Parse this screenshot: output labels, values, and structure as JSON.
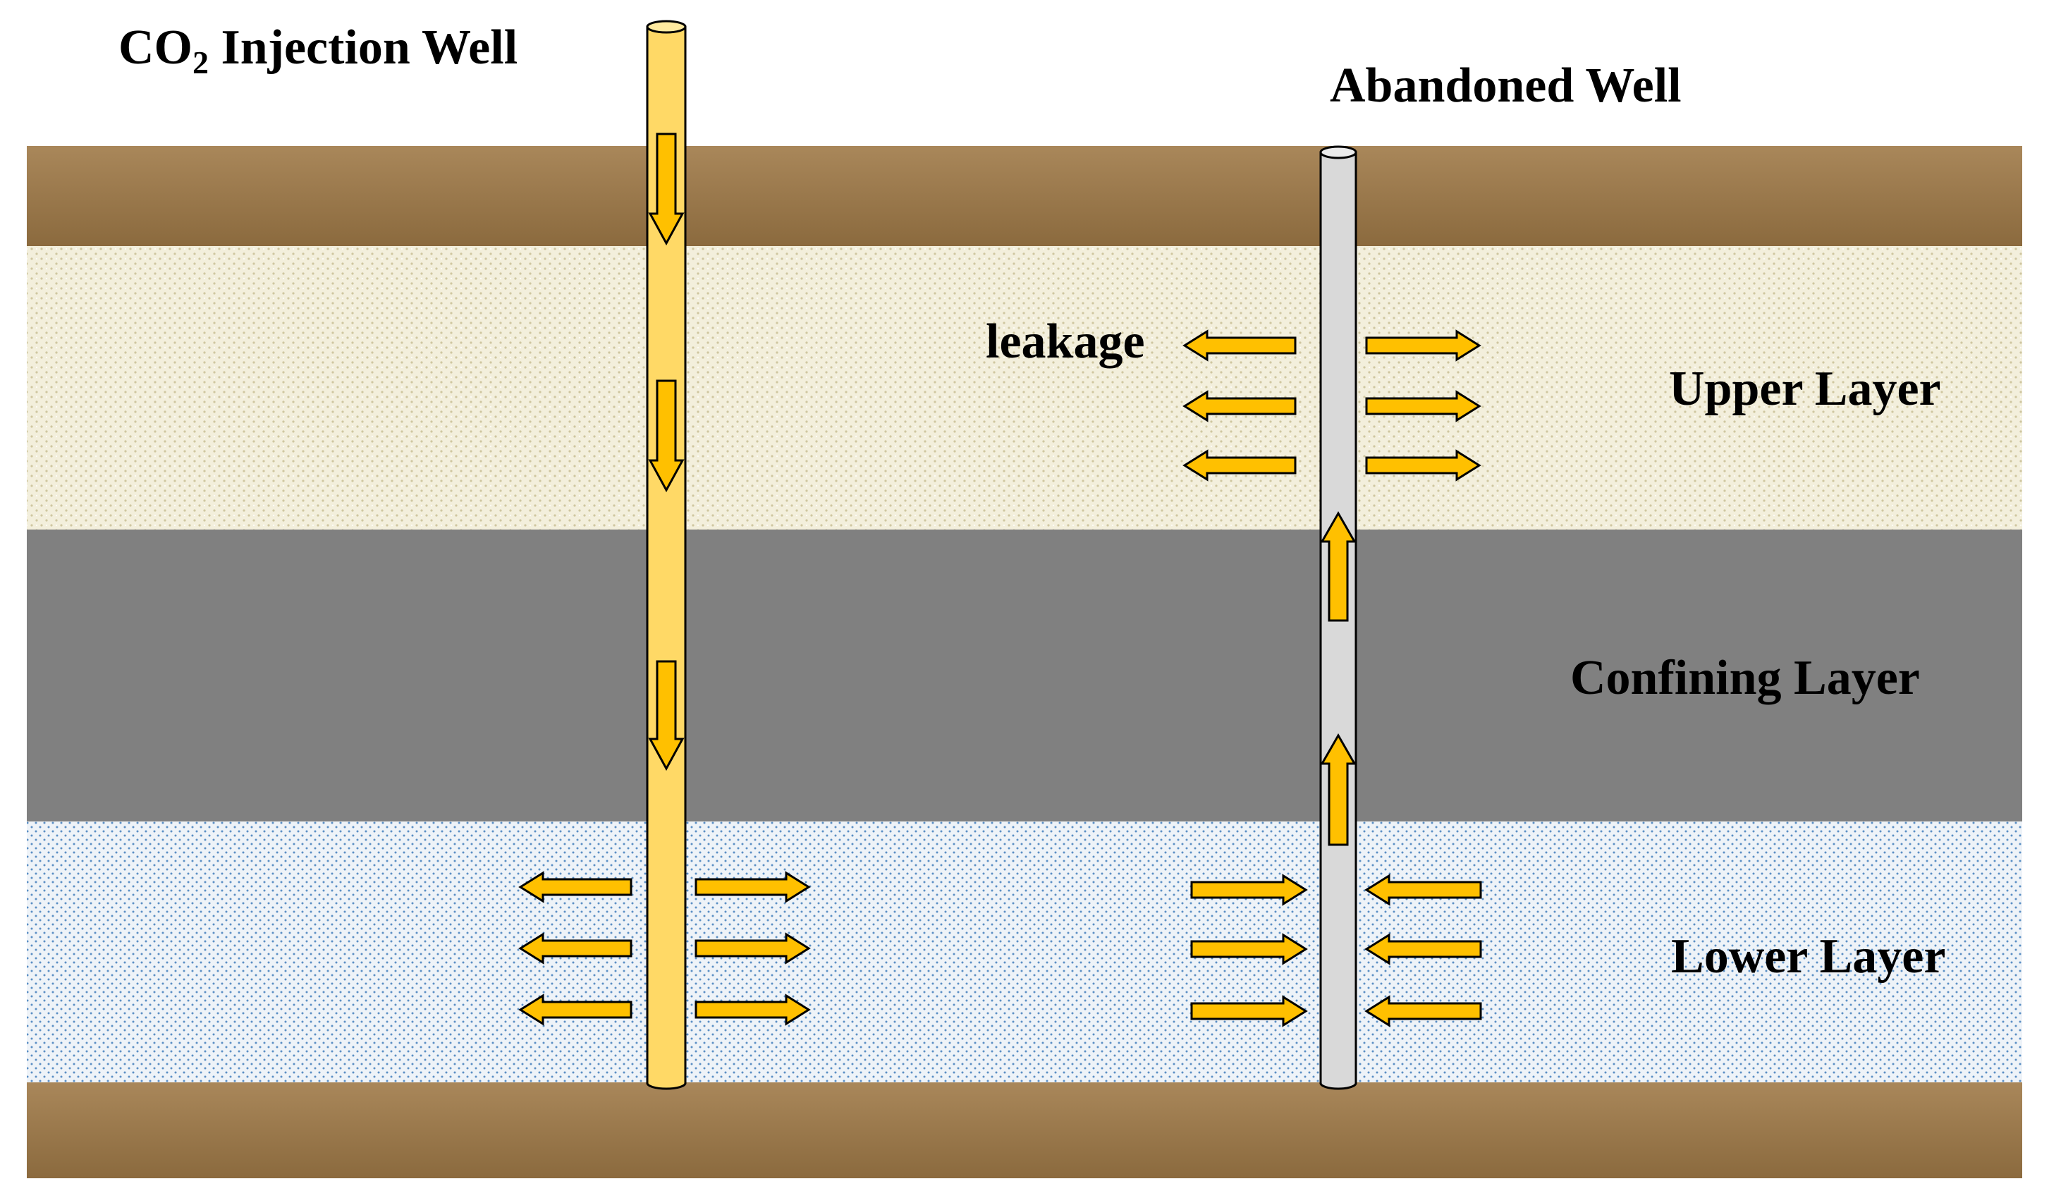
{
  "labels": {
    "injection_well_prefix": "CO",
    "injection_well_subscript": "2",
    "injection_well_suffix": " Injection Well",
    "abandoned_well": "Abandoned Well",
    "leakage": "leakage",
    "upper_layer": "Upper Layer",
    "confining_layer": "Confining Layer",
    "lower_layer": "Lower Layer"
  },
  "colors": {
    "cap_rock": "#8b6a3e",
    "cap_rock_light": "#a9875a",
    "upper_layer_bg": "#f3efdc",
    "upper_layer_dots": "#cfc6a0",
    "confining_layer": "#808080",
    "lower_layer_bg": "#eef3f8",
    "lower_layer_dots": "#5b8fc4",
    "injection_well": "#ffd966",
    "abandoned_well": "#d9d9d9",
    "arrow_fill": "#ffc000",
    "outline": "#000000"
  }
}
